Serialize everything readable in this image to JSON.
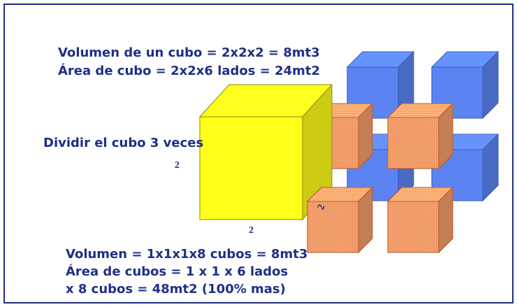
{
  "top_text": {
    "line1": "Volumen de un cubo = 2x2x2 = 8mt3",
    "line2": "Área de cubo  = 2x2x6 lados = 24mt2"
  },
  "mid_text": "Dividir el cubo 3 veces",
  "bottom_text": {
    "line1": "Volumen = 1x1x1x8 cubos = 8mt3",
    "line2": "Área de cubos = 1 x 1 x 6 lados",
    "line3": "x 8 cubos = 48mt2 (100% mas)"
  },
  "dimensions": {
    "big_cube_height": "2",
    "big_cube_width": "2",
    "small_cube_side": "2"
  },
  "colors": {
    "text": "#1f2f86",
    "border": "#1f2f86",
    "big_cube": "#ffff1a",
    "blue_cubes": "#5b84f2",
    "orange_cubes": "#f5a36f"
  }
}
